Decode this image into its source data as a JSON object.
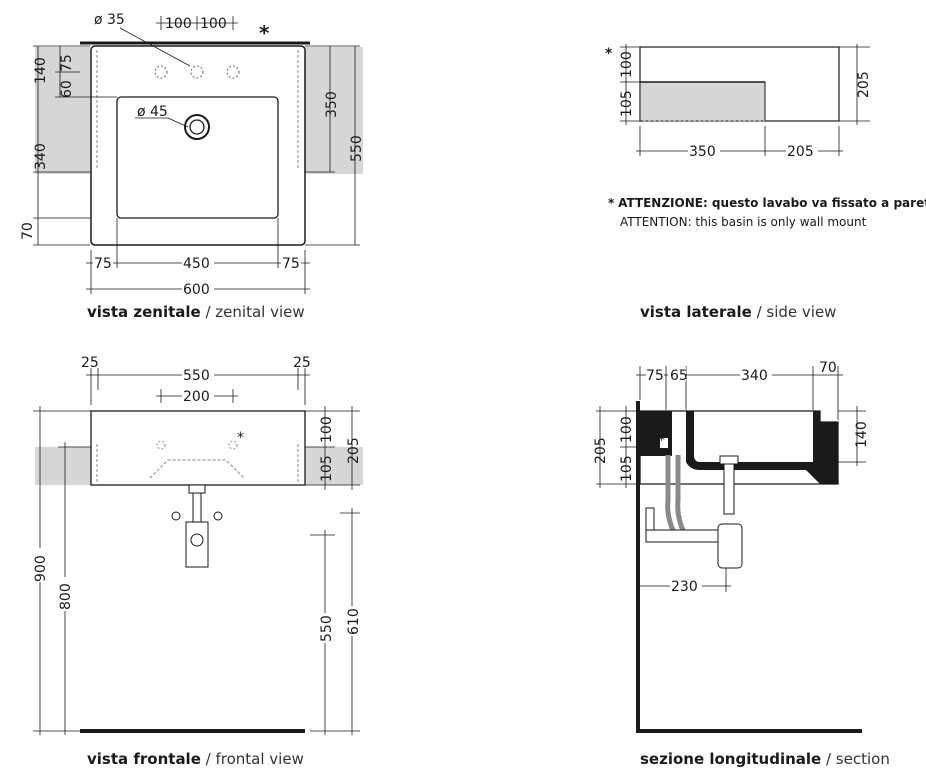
{
  "views": {
    "top": {
      "caption_it": "vista zenitale",
      "caption_sep": " / ",
      "caption_en": "zenital view",
      "dims": {
        "phi35": "ø 35",
        "d100a": "100",
        "d100b": "100",
        "asterisk": "*",
        "phi45": "ø 45",
        "d140": "140",
        "d75v": "75",
        "d60": "60",
        "d340": "340",
        "d70": "70",
        "d350": "350",
        "d550": "550",
        "d75l": "75",
        "d450": "450",
        "d75r": "75",
        "d600": "600"
      }
    },
    "side": {
      "caption_it": "vista laterale",
      "caption_sep": " / ",
      "caption_en": "side view",
      "dims": {
        "asterisk": "*",
        "d100": "100",
        "d105": "105",
        "d205": "205",
        "d350": "350",
        "d205h": "205"
      },
      "note_it_star": "*",
      "note_it": "ATTENZIONE: questo lavabo va fissato a parete",
      "note_en": "ATTENTION: this basin is only wall mount"
    },
    "front": {
      "caption_it": "vista frontale",
      "caption_sep": " / ",
      "caption_en": "frontal view",
      "dims": {
        "d25l": "25",
        "d550": "550",
        "d25r": "25",
        "d200": "200",
        "asterisk": "*",
        "d100": "100",
        "d105": "105",
        "d205": "205",
        "d900": "900",
        "d800": "800",
        "d550v": "550",
        "d610": "610"
      }
    },
    "section": {
      "caption_it": "sezione longitudinale",
      "caption_sep": " / ",
      "caption_en": "section",
      "dims": {
        "d75": "75",
        "d65": "65",
        "d340": "340",
        "d70": "70",
        "d205": "205",
        "d105": "105",
        "d100": "100",
        "d140": "140",
        "asterisk": "*",
        "d230": "230"
      }
    }
  },
  "colors": {
    "line": "#1a1a1a",
    "wall": "#d6d6d6",
    "pipe": "#8a8a8a",
    "dashed": "#888888"
  }
}
